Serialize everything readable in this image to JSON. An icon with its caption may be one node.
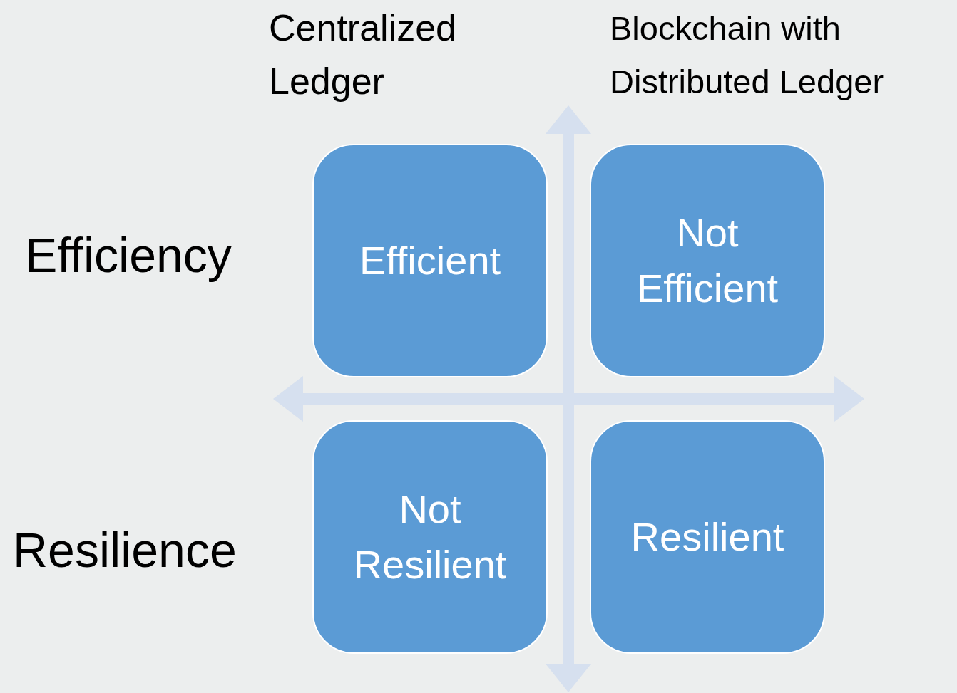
{
  "diagram": {
    "nodes": [
      {
        "text": [
          "Efficient"
        ]
      },
      {
        "text": [
          "Not Efficient"
        ]
      },
      {
        "text": [
          "Not Resilient"
        ]
      },
      {
        "text": [
          "Resilient"
        ]
      }
    ],
    "labels": [
      "Centralized Ledger",
      "Blockchain with Distributed Ledger",
      "Efficiency",
      "Resilience"
    ]
  }
}
